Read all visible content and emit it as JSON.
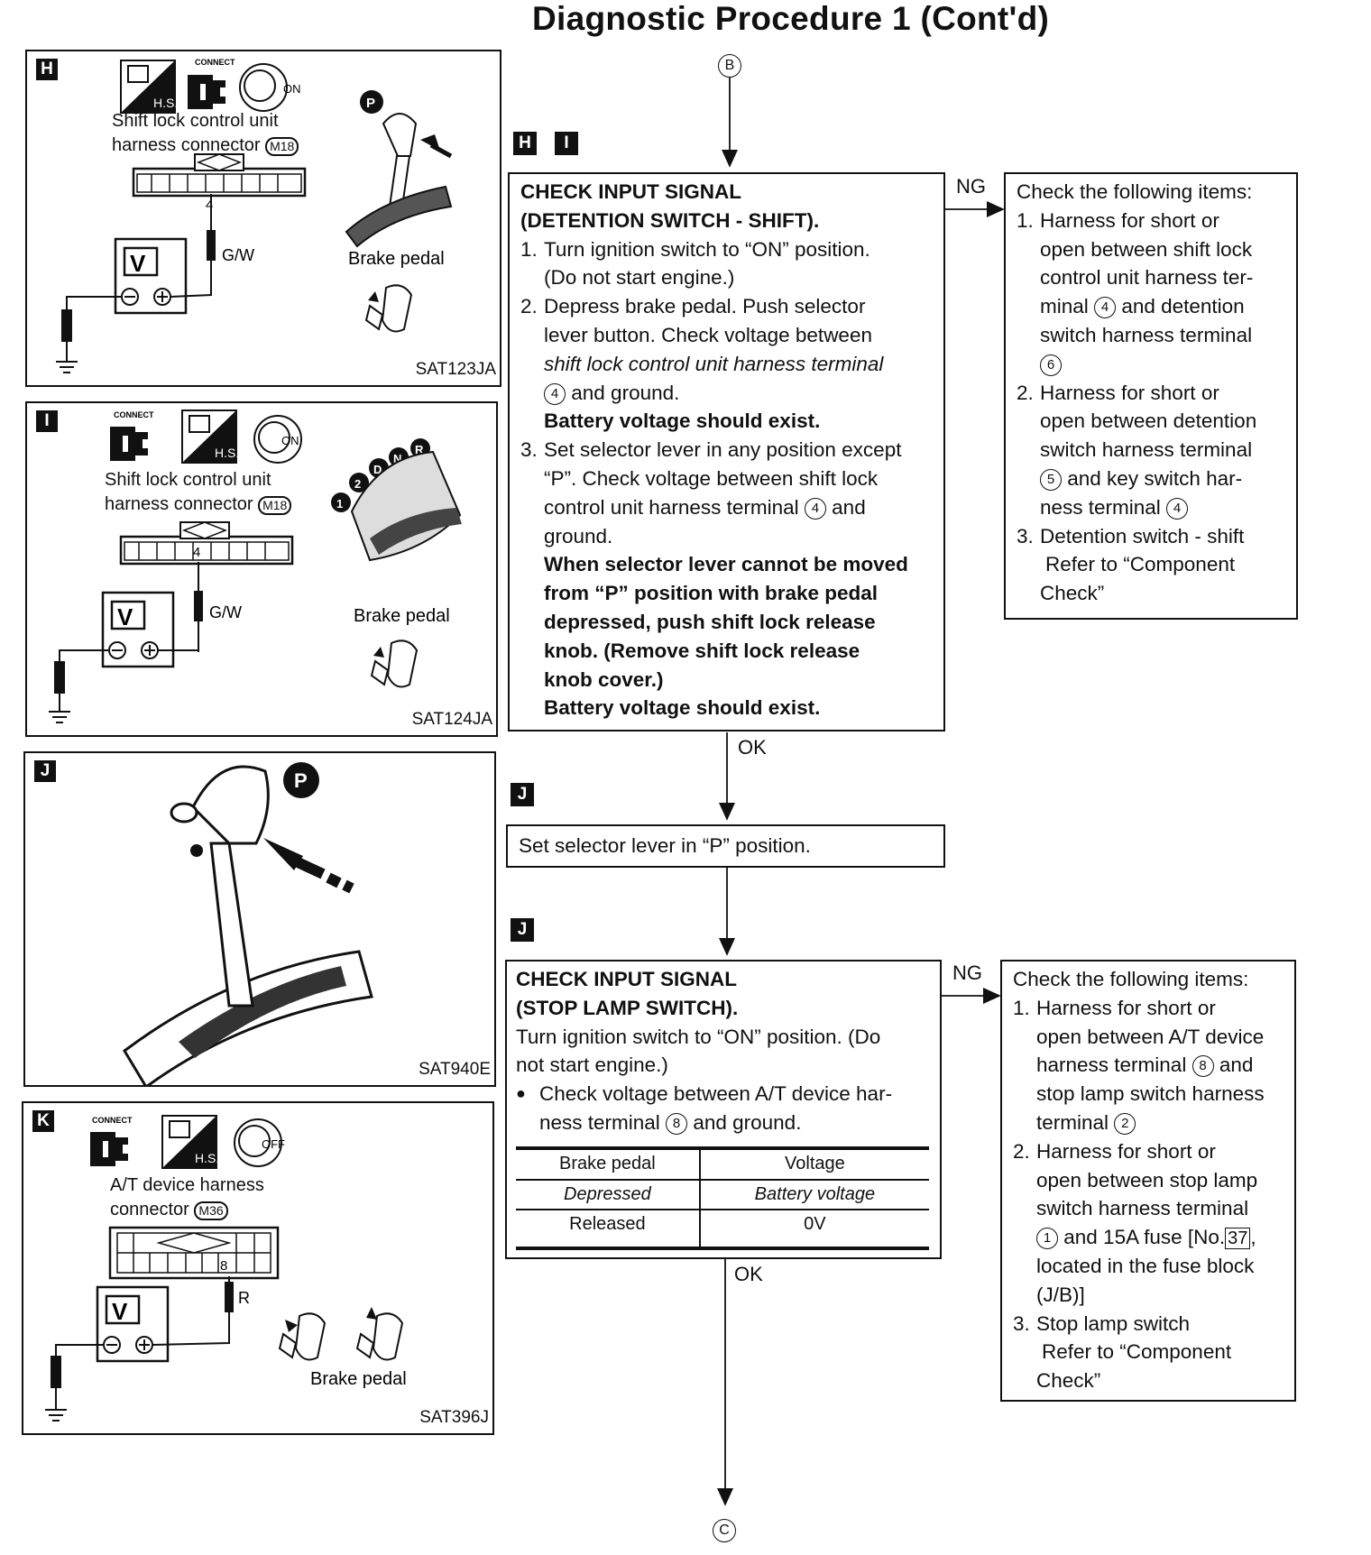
{
  "page_title": "Diagnostic Procedure 1 (Cont'd)",
  "nodes": {
    "top": "B",
    "bottom": "C"
  },
  "panels": {
    "H": {
      "letter": "H",
      "icons": {
        "connect": "CONNECT",
        "hs": "H.S.",
        "key": "ON"
      },
      "caption_line1": "Shift lock control unit",
      "caption_line2": "harness connector",
      "connector_id": "M18",
      "terminal": "4",
      "wire": "G/W",
      "gear": "P",
      "brake_label": "Brake pedal",
      "code": "SAT123JA"
    },
    "I": {
      "letter": "I",
      "icons": {
        "connect": "CONNECT",
        "hs": "H.S.",
        "key": "ON"
      },
      "caption_line1": "Shift lock control unit",
      "caption_line2": "harness connector",
      "connector_id": "M18",
      "terminal": "4",
      "wire": "G/W",
      "gears": [
        "1",
        "2",
        "D",
        "N",
        "R"
      ],
      "brake_label": "Brake pedal",
      "code": "SAT124JA"
    },
    "J": {
      "letter": "J",
      "gear": "P",
      "code": "SAT940E"
    },
    "K": {
      "letter": "K",
      "icons": {
        "connect": "CONNECT",
        "hs": "H.S.",
        "key": "OFF"
      },
      "caption_line1": "A/T device harness",
      "caption_line2": "connector",
      "connector_id": "M36",
      "terminal": "8",
      "wire": "R",
      "brake_label": "Brake pedal",
      "code": "SAT396J"
    }
  },
  "flow": {
    "step1_tags": [
      "H",
      "I"
    ],
    "step1": {
      "title1": "CHECK INPUT SIGNAL",
      "title2": "(DETENTION SWITCH - SHIFT).",
      "i1_num": "1.",
      "i1_a": "Turn ignition switch to “ON” position.",
      "i1_b": "(Do not start engine.)",
      "i2_num": "2.",
      "i2_a": "Depress brake pedal. Push selector",
      "i2_b": "lever button. Check voltage between",
      "i2_c": "shift lock control unit harness terminal",
      "i2_d_term": "4",
      "i2_d": "and ground.",
      "i2_e": "Battery voltage should exist.",
      "i3_num": "3.",
      "i3_a": "Set selector lever in any position except",
      "i3_b": "“P”. Check voltage between shift lock",
      "i3_c": "control unit harness terminal",
      "i3_c_term": "4",
      "i3_c2": "and",
      "i3_d": "ground.",
      "i3_e": "When selector lever cannot be moved",
      "i3_f": "from “P” position with brake pedal",
      "i3_g": "depressed, push shift lock release",
      "i3_h": "knob. (Remove shift lock release",
      "i3_i": "knob cover.)",
      "i3_j": "Battery voltage should exist."
    },
    "ng1_label": "NG",
    "ng1": {
      "header": "Check the following items:",
      "a_num": "1.",
      "a1": "Harness for short or",
      "a2": "open between shift lock",
      "a3": "control unit harness ter-",
      "a4_pre": "minal",
      "a4_term": "4",
      "a4_post": "and detention",
      "a5": "switch harness terminal",
      "a6_term": "6",
      "b_num": "2.",
      "b1": "Harness for short or",
      "b2": "open between detention",
      "b3": "switch harness terminal",
      "b4_term": "5",
      "b4": "and key switch har-",
      "b5": "ness terminal",
      "b5_term": "4",
      "c_num": "3.",
      "c1": "Detention switch - shift",
      "c2": "Refer to “Component",
      "c3": "Check”"
    },
    "ok1_label": "OK",
    "step2_tag": "J",
    "step2": "Set selector lever in “P” position.",
    "step3_tag": "J",
    "step3": {
      "title1": "CHECK INPUT SIGNAL",
      "title2": "(STOP LAMP SWITCH).",
      "l1": "Turn ignition switch to “ON” position. (Do",
      "l2": "not start engine.)",
      "b_a": "Check voltage between A/T device har-",
      "b_b_pre": "ness terminal",
      "b_b_term": "8",
      "b_b_post": "and ground.",
      "table": {
        "headers": [
          "Brake pedal",
          "Voltage"
        ],
        "rows": [
          [
            "Depressed",
            "Battery voltage"
          ],
          [
            "Released",
            "0V"
          ]
        ]
      }
    },
    "ng2_label": "NG",
    "ng2": {
      "header": "Check the following items:",
      "a_num": "1.",
      "a1": "Harness for short or",
      "a2": "open between A/T device",
      "a3_pre": "harness terminal",
      "a3_term": "8",
      "a3_post": "and",
      "a4": "stop lamp switch harness",
      "a5_pre": "terminal",
      "a5_term": "2",
      "b_num": "2.",
      "b1": "Harness for short or",
      "b2": "open between stop lamp",
      "b3": "switch harness terminal",
      "b4_term": "1",
      "b4_pre": "and 15A fuse [No.",
      "b4_fuse": "37",
      "b4_post": ",",
      "b5": "located in the fuse block",
      "b6": "(J/B)]",
      "c_num": "3.",
      "c1": "Stop lamp switch",
      "c2": "Refer to “Component",
      "c3": "Check”"
    },
    "ok2_label": "OK"
  }
}
